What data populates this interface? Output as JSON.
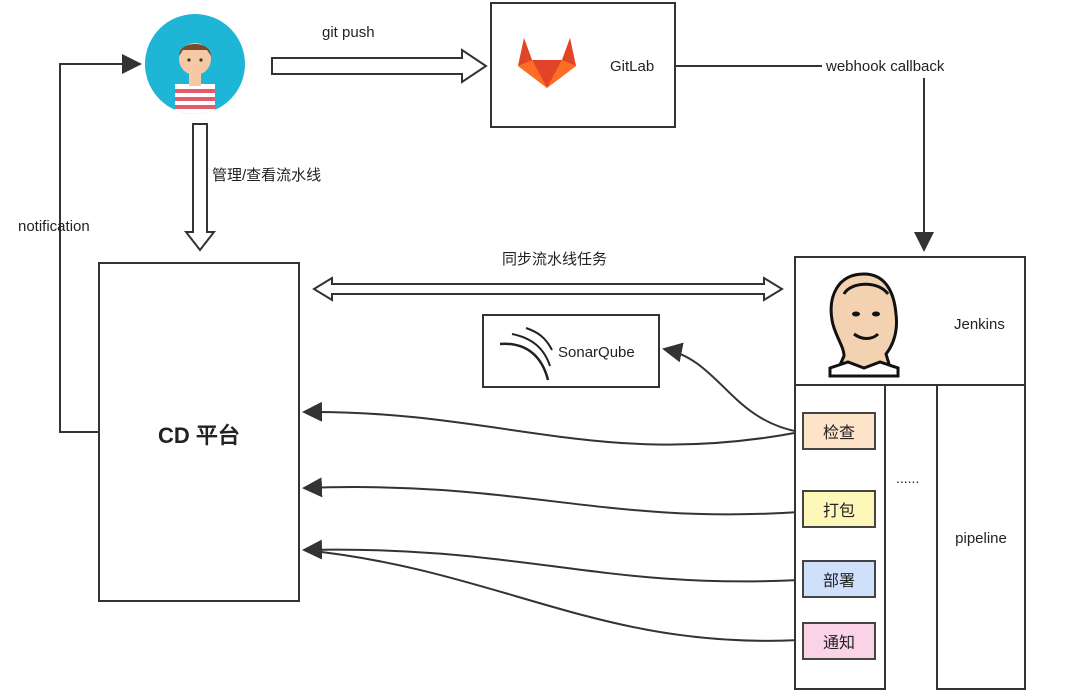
{
  "edges": {
    "git_push": "git push",
    "webhook": "webhook callback",
    "manage": "管理/查看流水线",
    "notification": "notification",
    "sync": "同步流水线任务"
  },
  "nodes": {
    "gitlab": "GitLab",
    "jenkins": "Jenkins",
    "sonarqube": "SonarQube",
    "cd_platform": "CD 平台",
    "pipeline": "pipeline",
    "ellipsis": "......"
  },
  "steps": [
    {
      "label": "检查",
      "color": "#fde3c8"
    },
    {
      "label": "打包",
      "color": "#fdf8b8"
    },
    {
      "label": "部署",
      "color": "#cfe0fb"
    },
    {
      "label": "通知",
      "color": "#fbd3e6"
    }
  ],
  "colors": {
    "avatar_bg": "#1fb5d6",
    "gitlab_orange": "#fc6d26",
    "gitlab_red": "#e24329",
    "gitlab_light": "#fca326"
  },
  "icons": [
    "developer-avatar-icon",
    "gitlab-logo-icon",
    "jenkins-logo-icon",
    "sonarqube-logo-icon"
  ]
}
